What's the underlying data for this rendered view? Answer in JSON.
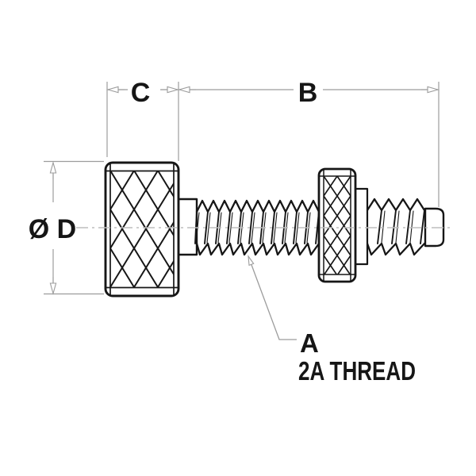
{
  "drawing": {
    "dimensions": {
      "c_label": "C",
      "b_label": "B",
      "d_label": "Ø D"
    },
    "callout": {
      "a_label": "A",
      "thread_note": "2A THREAD"
    },
    "colors": {
      "outline": "#161616",
      "dimension_line": "#9c9c9c",
      "centerline": "#bdbdbd",
      "background": "#ffffff"
    }
  }
}
